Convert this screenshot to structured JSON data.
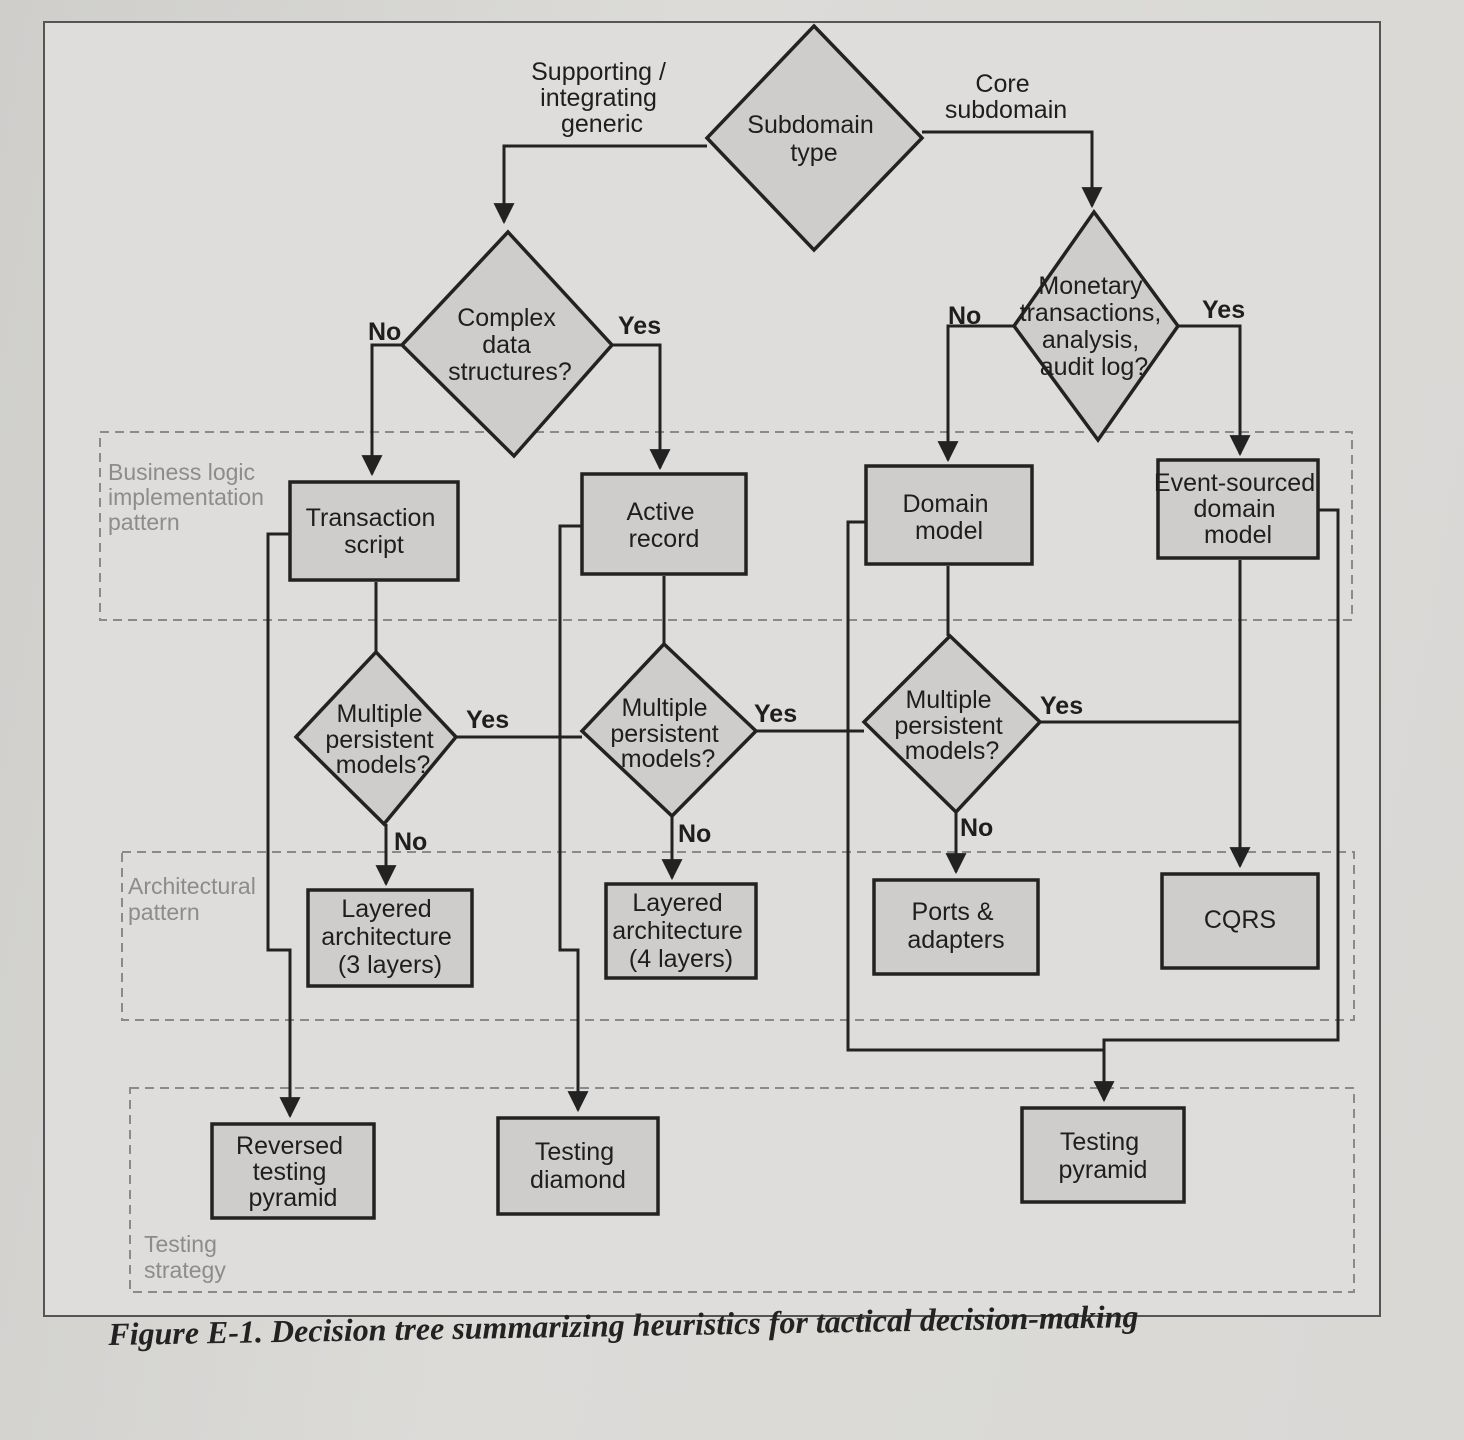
{
  "nodes": {
    "subdomain_type": [
      "Subdomain",
      "type"
    ],
    "complex_data": [
      "Complex",
      "data",
      "structures?"
    ],
    "monetary": [
      "Monetary",
      "transactions,",
      "analysis,",
      "audit log?"
    ],
    "transaction_script": [
      "Transaction",
      "script"
    ],
    "active_record": [
      "Active",
      "record"
    ],
    "domain_model": [
      "Domain",
      "model"
    ],
    "event_sourced": [
      "Event-sourced",
      "domain",
      "model"
    ],
    "multi_models_1": [
      "Multiple",
      "persistent",
      "models?"
    ],
    "multi_models_2": [
      "Multiple",
      "persistent",
      "models?"
    ],
    "multi_models_3": [
      "Multiple",
      "persistent",
      "models?"
    ],
    "layered_3": [
      "Layered",
      "architecture",
      "(3 layers)"
    ],
    "layered_4": [
      "Layered",
      "architecture",
      "(4 layers)"
    ],
    "ports_adapters": [
      "Ports &",
      "adapters"
    ],
    "cqrs": [
      "CQRS"
    ],
    "reversed_pyramid": [
      "Reversed",
      "testing",
      "pyramid"
    ],
    "testing_diamond": [
      "Testing",
      "diamond"
    ],
    "testing_pyramid": [
      "Testing",
      "pyramid"
    ]
  },
  "edge_labels": {
    "supporting": [
      "Supporting /",
      "integrating",
      "generic"
    ],
    "core": [
      "Core",
      "subdomain"
    ],
    "yes": "Yes",
    "no": "No"
  },
  "zones": {
    "business_logic": [
      "Business logic",
      "implementation",
      "pattern"
    ],
    "architectural": [
      "Architectural",
      "pattern"
    ],
    "testing": [
      "Testing",
      "strategy"
    ]
  },
  "caption": "Figure E-1. Decision tree summarizing heuristics for tactical decision-making"
}
